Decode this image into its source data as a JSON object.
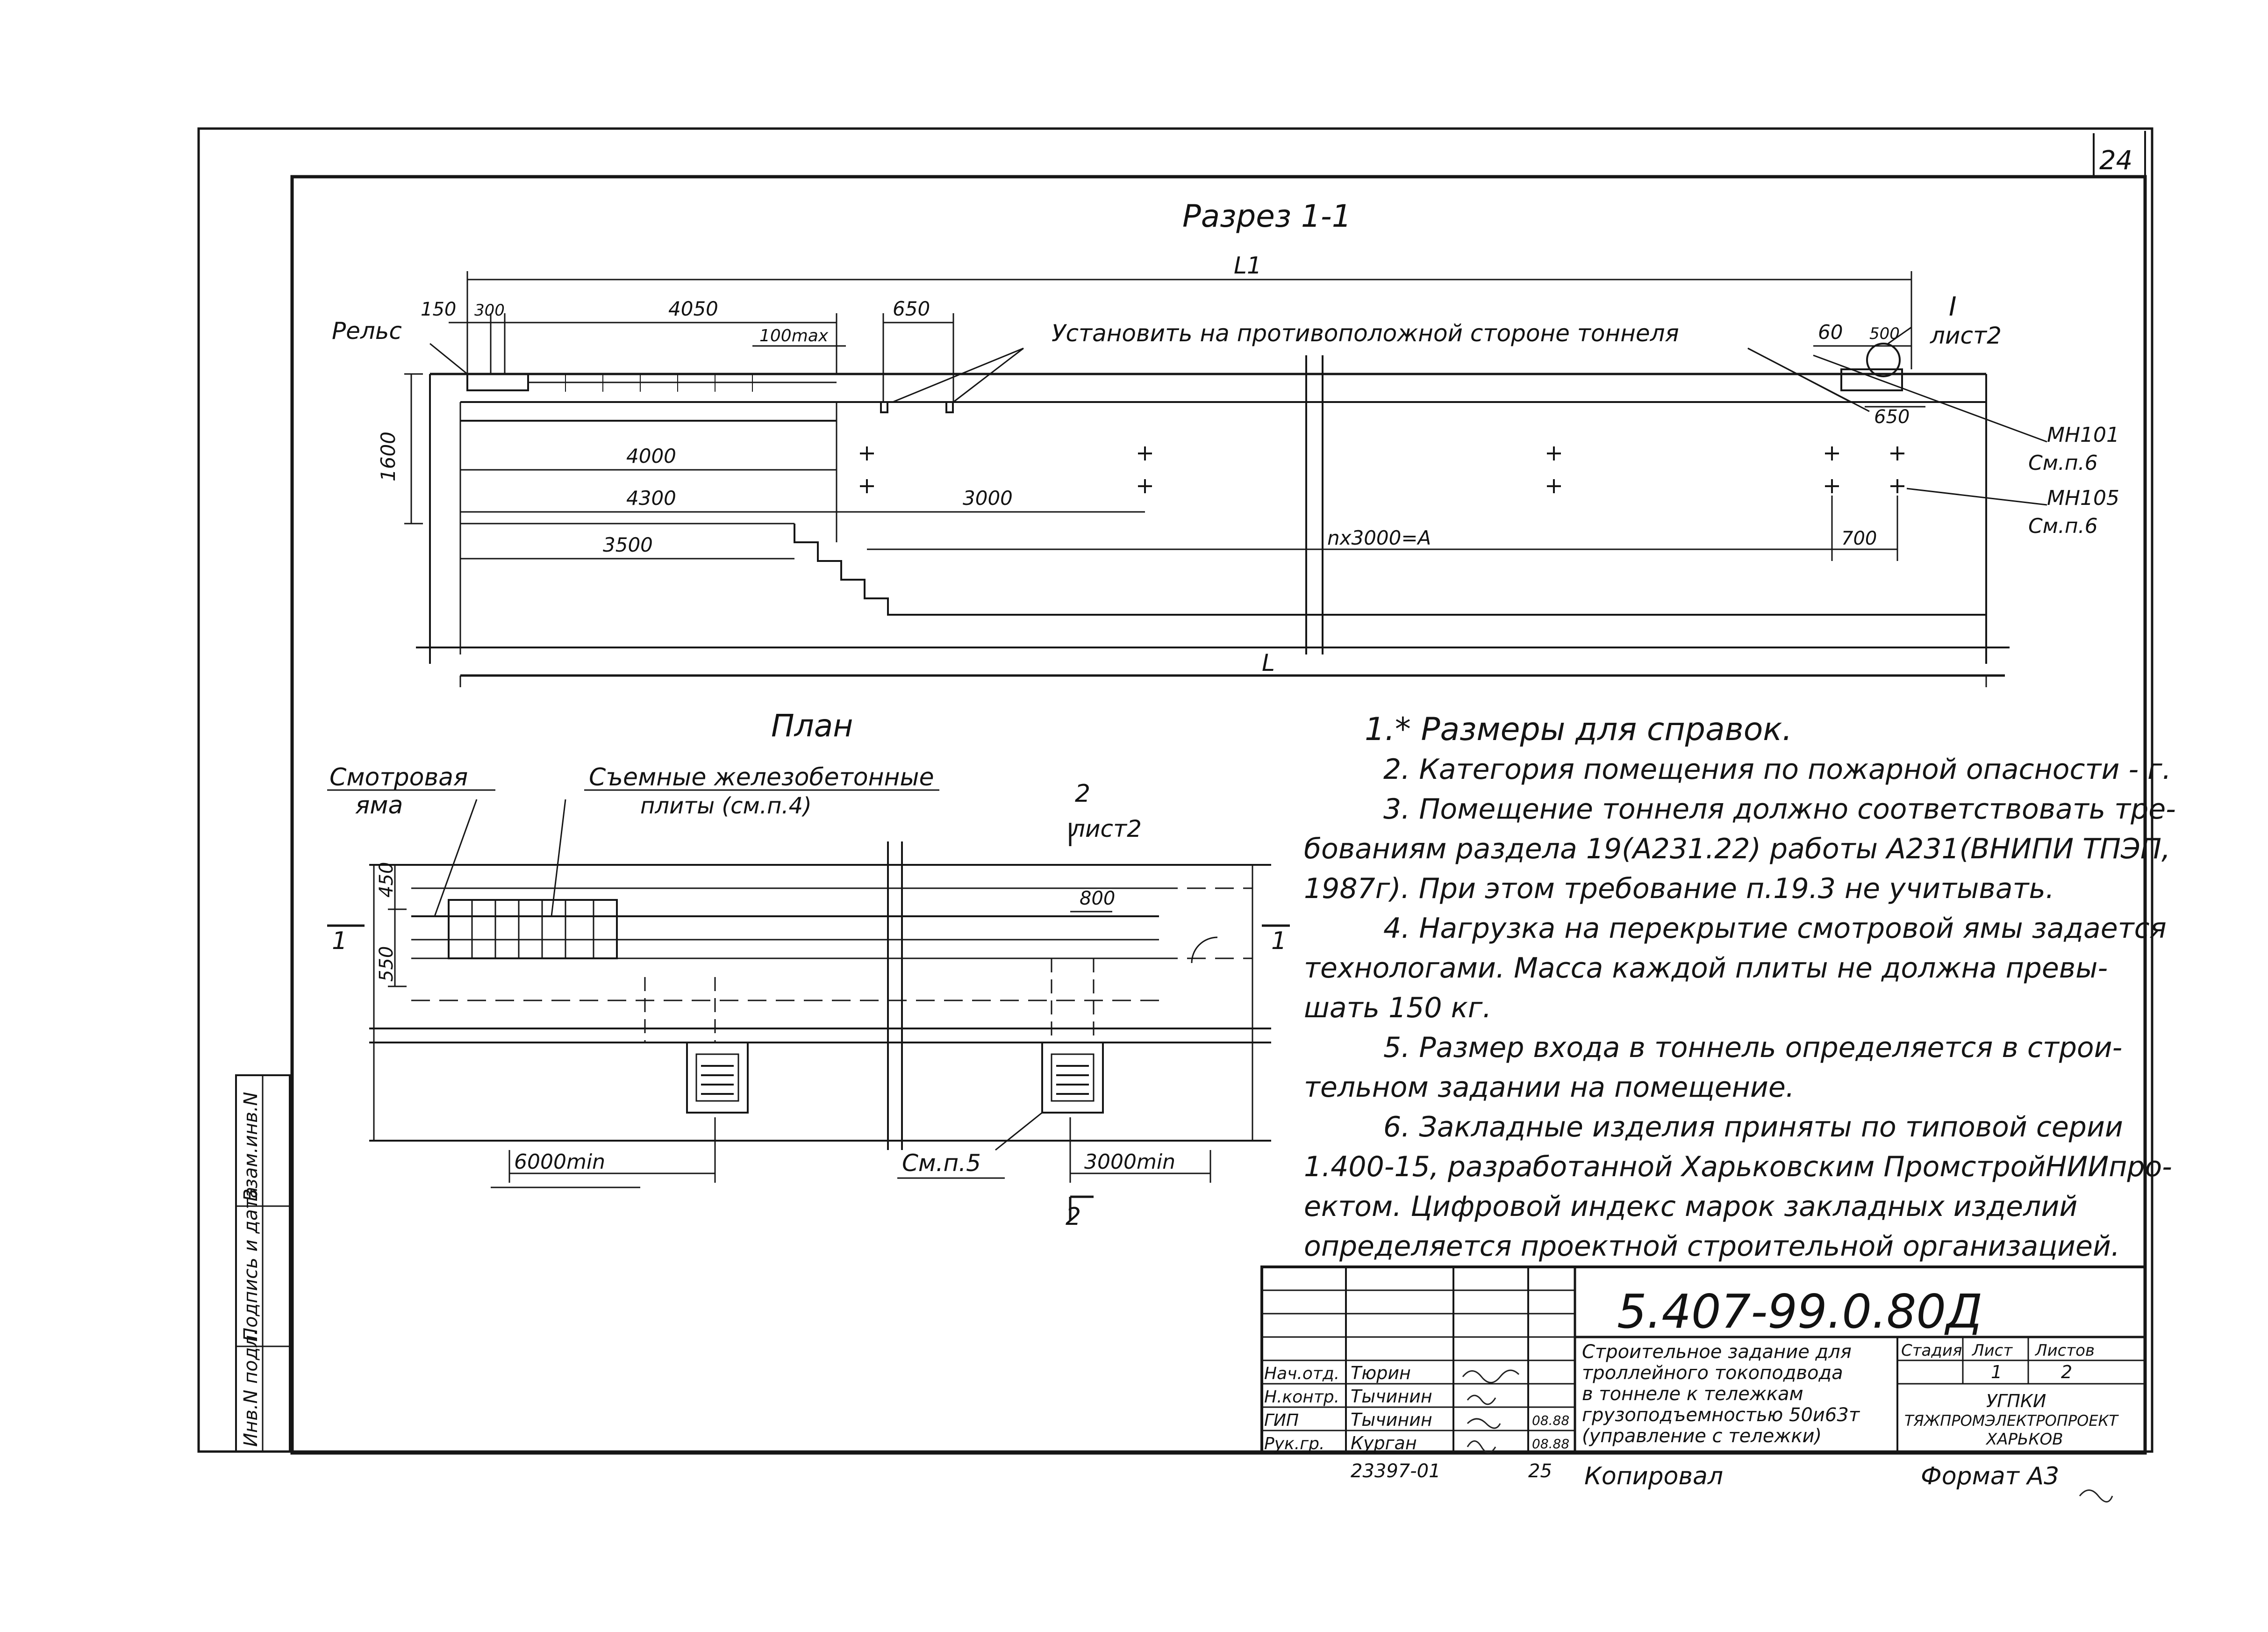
{
  "sheet": {
    "page_number": "24",
    "section_title": "Разрез 1-1",
    "plan_title": "План"
  },
  "section": {
    "rail_label": "Рельс",
    "install_note": "Установить на противоположной стороне тоннеля",
    "callout_num": "I",
    "callout_sheet": "лист2",
    "height_1600": "1600",
    "span_l1": "L1",
    "span_l": "L",
    "d150": "150",
    "d300": "300",
    "d4050": "4050",
    "d100max": "100max",
    "d650a": "650",
    "d60": "60",
    "d500": "500",
    "d650b": "650",
    "d4000": "4000",
    "d4300": "4300",
    "d3000": "3000",
    "d3500": "3500",
    "d_nx3000": "nx3000=A",
    "d700": "700",
    "mark_mn101": "МН101",
    "mark_mn101_ref": "См.п.6",
    "mark_mn105": "МН105",
    "mark_mn105_ref": "См.п.6"
  },
  "plan": {
    "pit_label_1": "Смотровая",
    "pit_label_2": "яма",
    "slab_label_1": "Съемные железобетонные",
    "slab_label_2": "плиты (см.п.4)",
    "section_2_num": "2",
    "section_2_sheet": "лист2",
    "section_2_bottom": "2",
    "cut_mark_left": "1",
    "cut_mark_right": "1",
    "d450": "450",
    "d550": "550",
    "d800": "800",
    "d6000min": "6000min",
    "d3000min": "3000min",
    "ref_sm5": "См.п.5"
  },
  "notes": [
    "1.* Размеры для справок.",
    "2. Категория помещения по пожарной опасности - г.",
    "3. Помещение тоннеля должно соответствовать тре-",
    "бованиям раздела 19(А231.22) работы А231(ВНИПИ ТПЭП,",
    "1987г). При этом требование п.19.3 не учитывать.",
    "4. Нагрузка на перекрытие смотровой ямы задается",
    "технологами. Масса каждой плиты не должна превы-",
    "шать 150 кг.",
    "5. Размер входа в тоннель определяется в строи-",
    "тельном задании на помещение.",
    "6. Закладные изделия приняты по типовой серии",
    "1.400-15, разработанной Харьковским ПромстройНИИпро-",
    "ектом. Цифровой индекс марок закладных изделий",
    "определяется проектной строительной организацией."
  ],
  "side_stamp": [
    "Инв.N подл.",
    "Подпись и дата",
    "Взам.инв.N"
  ],
  "title_block": {
    "doc_code": "5.407-99.0.80Д",
    "desc": [
      "Строительное задание для",
      "троллейного токоподвода",
      "в тоннеле к тележкам",
      "грузоподъемностью 50и63т",
      "(управление с тележки)"
    ],
    "stage_header": "Стадия",
    "sheet_header": "Лист",
    "sheets_header": "Листов",
    "sheet_value": "1",
    "sheets_value": "2",
    "org_1": "УГПКИ",
    "org_2": "ТЯЖПРОМЭЛЕКТРОПРОЕКТ",
    "org_3": "ХАРЬКОВ",
    "signatures": [
      {
        "role": "Нач.отд.",
        "name": "Тюрин",
        "date": ""
      },
      {
        "role": "Н.контр.",
        "name": "Тычинин",
        "date": ""
      },
      {
        "role": "ГИП",
        "name": "Тычинин",
        "date": "08.88"
      },
      {
        "role": "Рук.гр.",
        "name": "Курган",
        "date": "08.88"
      }
    ]
  },
  "footer": {
    "inv_number": "23397-01",
    "page": "25",
    "copied_by": "Копировал",
    "format": "Формат А3"
  }
}
